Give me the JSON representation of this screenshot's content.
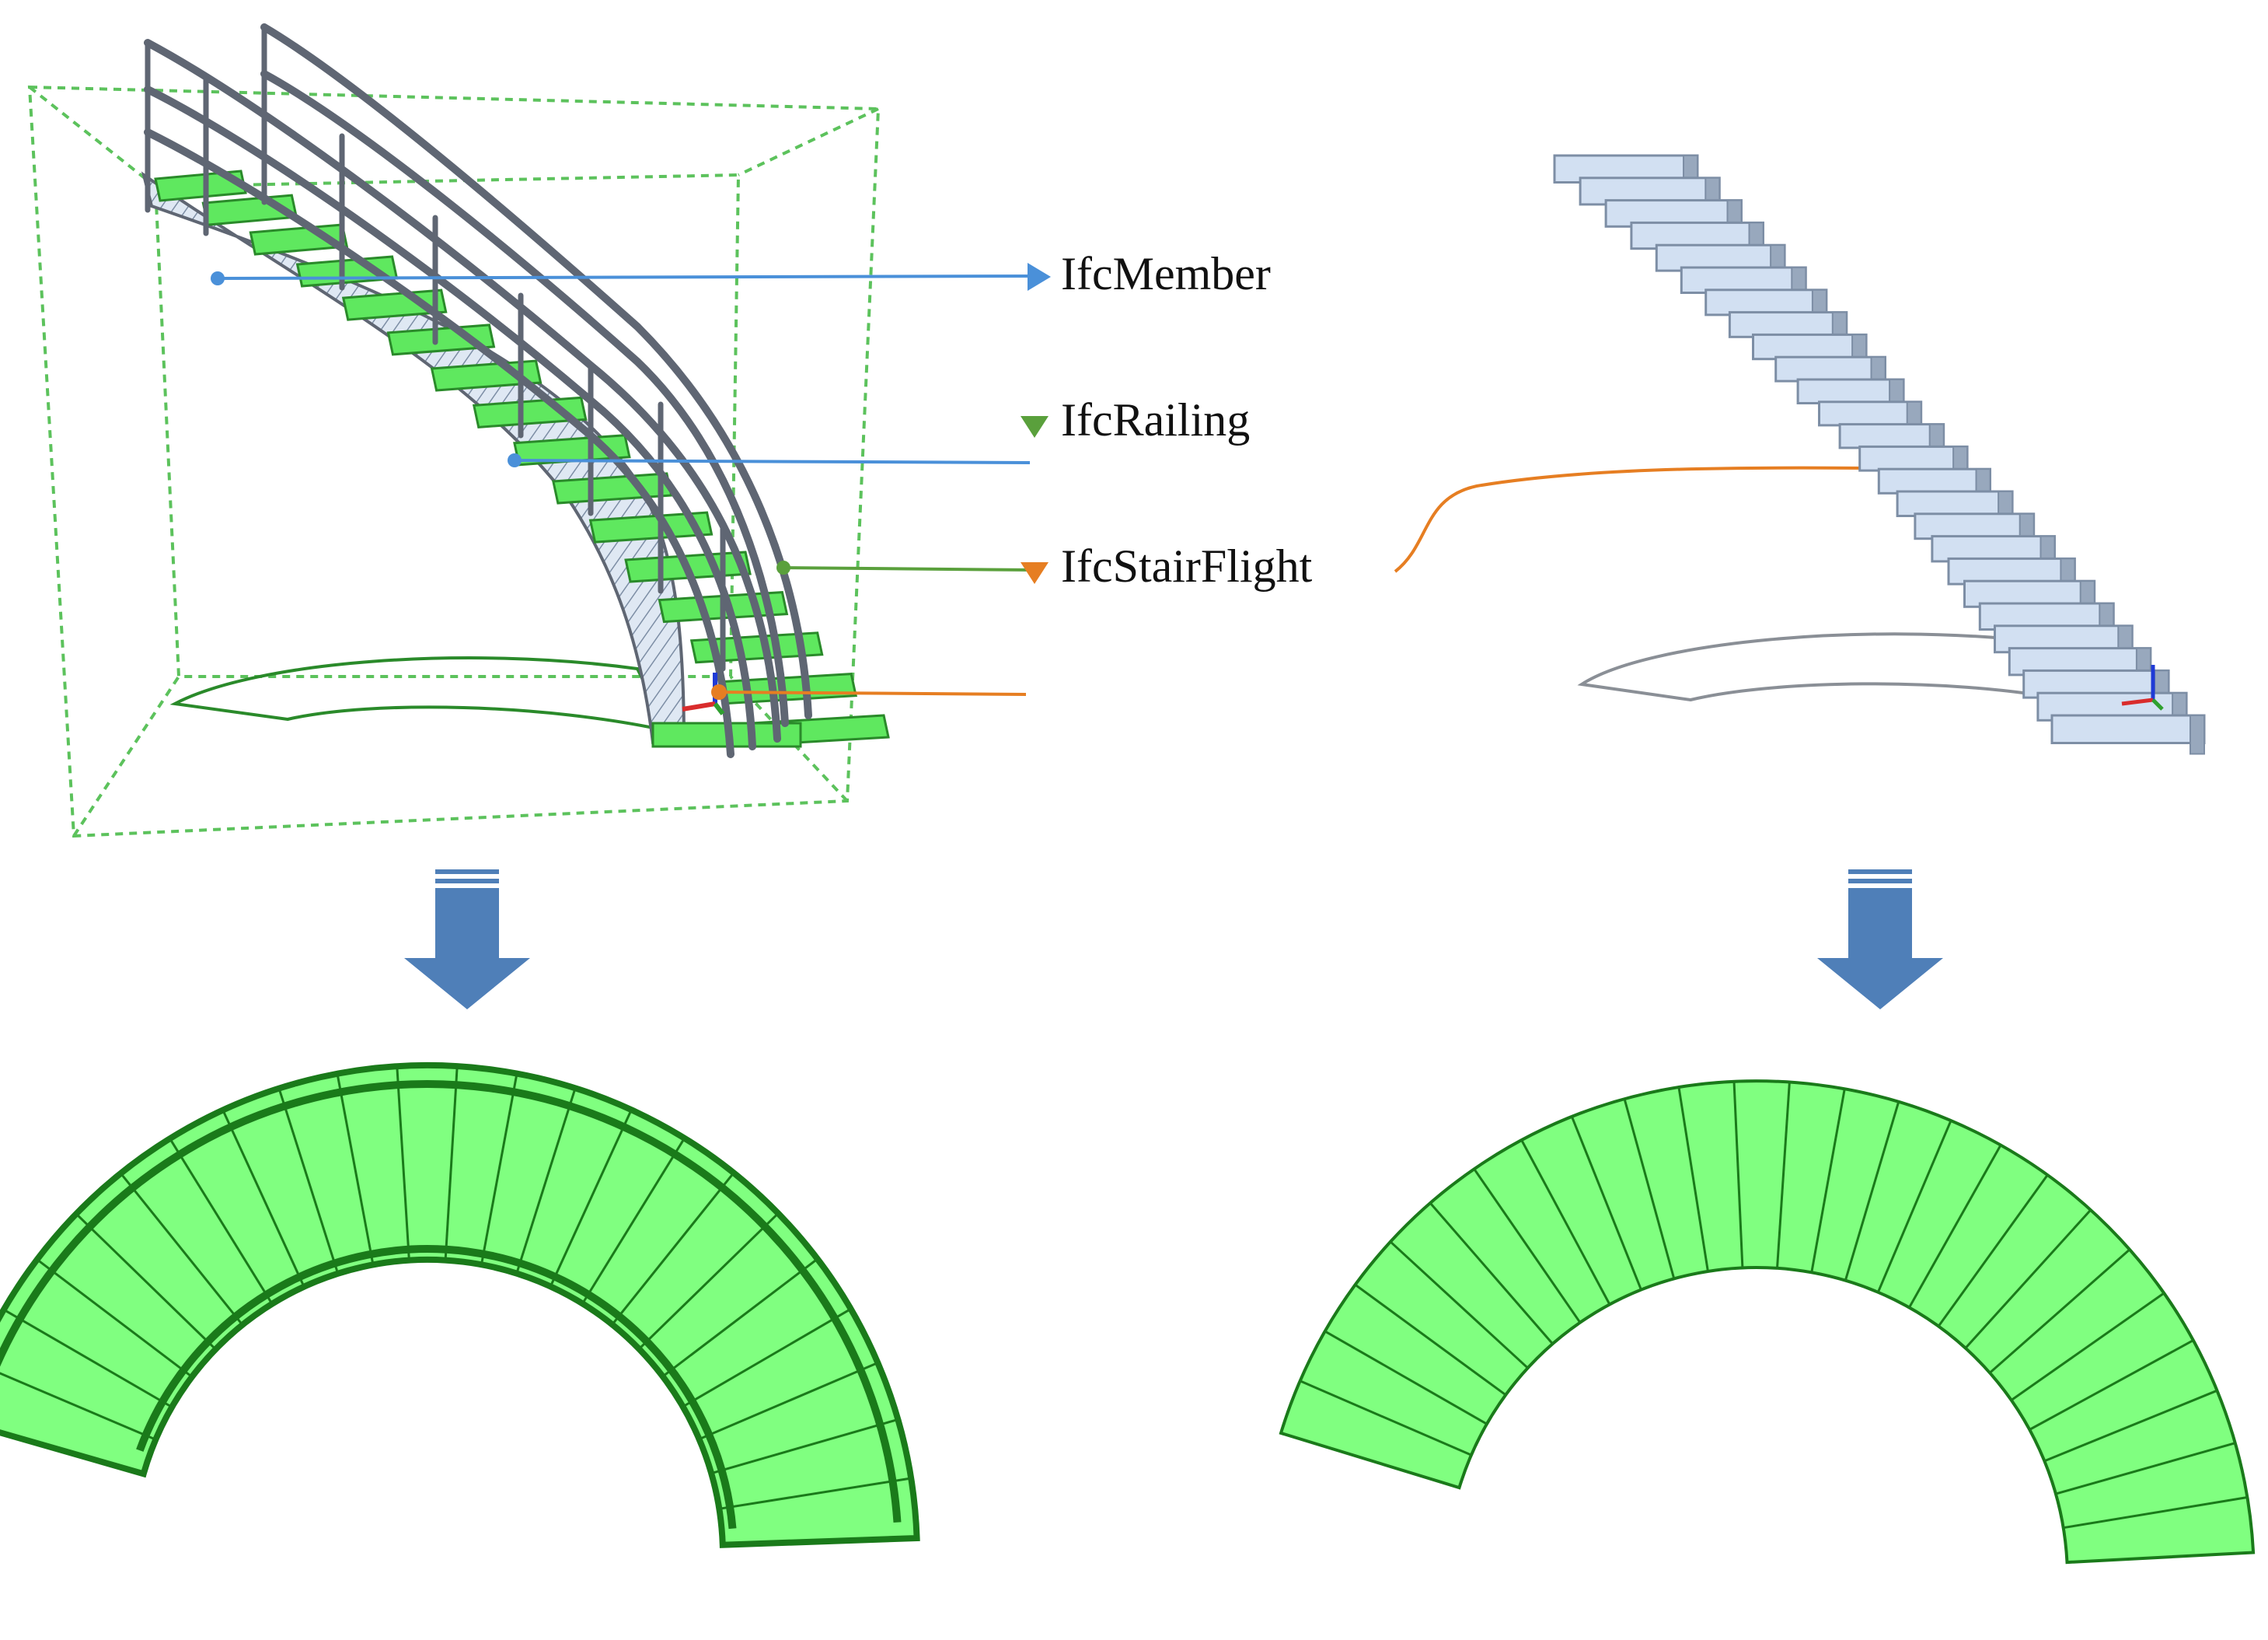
{
  "labels": {
    "member": "IfcMember",
    "railing": "IfcRailing",
    "stair_flight": "IfcStairFlight"
  },
  "colors": {
    "member": "#4a90d9",
    "railing": "#5aa03c",
    "stair_flight": "#e67e22",
    "step_fill": "#80ff80",
    "step_edge": "#1a7a1a",
    "rail": "#5f6673",
    "tread": "#d2e0f2",
    "tread_edge": "#7d8ea5",
    "arrow": "#4f7fb8"
  },
  "icons": {
    "member_marker": "triangle-right-icon",
    "railing_marker": "triangle-down-icon",
    "stair_flight_marker": "triangle-down-icon",
    "down_arrow": "block-arrow-down-icon"
  },
  "plan_views": {
    "left_steps": 23,
    "right_steps": 25
  }
}
